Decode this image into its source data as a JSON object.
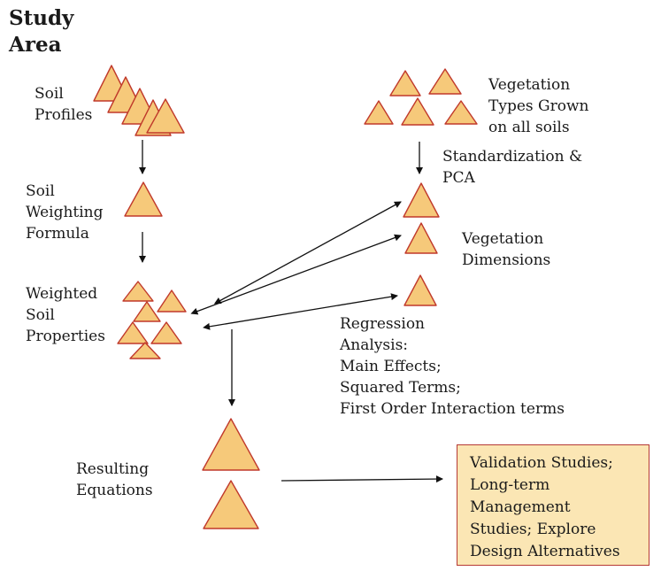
{
  "title": [
    "Study",
    "Area"
  ],
  "labels": {
    "soil_profiles": [
      "Soil",
      "Profiles"
    ],
    "soil_weighting": [
      "Soil",
      "Weighting",
      "Formula"
    ],
    "weighted_soil": [
      "Weighted",
      "Soil",
      "Properties"
    ],
    "vegetation_types": [
      "Vegetation",
      "Types Grown",
      "on all soils"
    ],
    "standardization": [
      "Standardization &",
      "PCA"
    ],
    "vegetation_dimensions": [
      "Vegetation",
      "Dimensions"
    ],
    "regression": [
      "Regression",
      "Analysis:",
      "Main Effects;",
      "Squared Terms;",
      "First Order Interaction terms"
    ],
    "resulting_equations": [
      "Resulting",
      "Equations"
    ],
    "output_box": [
      "Validation Studies;",
      "Long-term",
      "Management",
      "Studies; Explore",
      "Design Alternatives"
    ]
  },
  "colors": {
    "triangle_fill": "#f6c97a",
    "triangle_stroke": "#c0392b",
    "box_fill": "#fbe6b4",
    "box_border": "#b63a35",
    "arrow": "#111111"
  }
}
